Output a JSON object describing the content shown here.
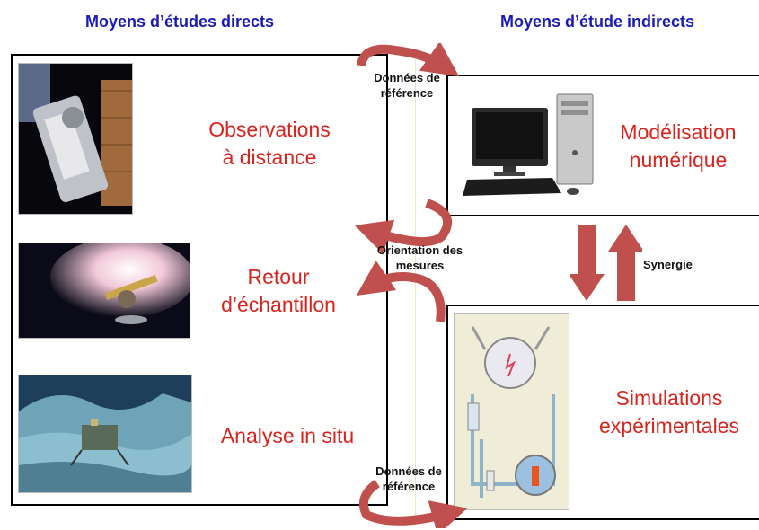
{
  "headings": {
    "left": "Moyens d’études directs",
    "right": "Moyens d’étude indirects"
  },
  "direct_methods": [
    {
      "label": "Observations\nà distance",
      "image": "space-telescope-image"
    },
    {
      "label": "Retour\nd’échantillon",
      "image": "sample-return-spacecraft-image"
    },
    {
      "label": "Analyse in situ",
      "image": "comet-lander-image"
    }
  ],
  "indirect_methods": [
    {
      "label": "Modélisation\nnumérique",
      "image": "desktop-computer-image"
    },
    {
      "label": "Simulations\nexpérimentales",
      "image": "miller-urey-apparatus-image"
    }
  ],
  "connectors": {
    "top": "Données de\nréférence",
    "middle": "Orientation des\nmesures",
    "bottom": "Données de\nréférence",
    "synergy": "Synergie"
  },
  "colors": {
    "heading": "#1a1ab8",
    "label": "#d9231c",
    "arrow": "#c0504d"
  }
}
